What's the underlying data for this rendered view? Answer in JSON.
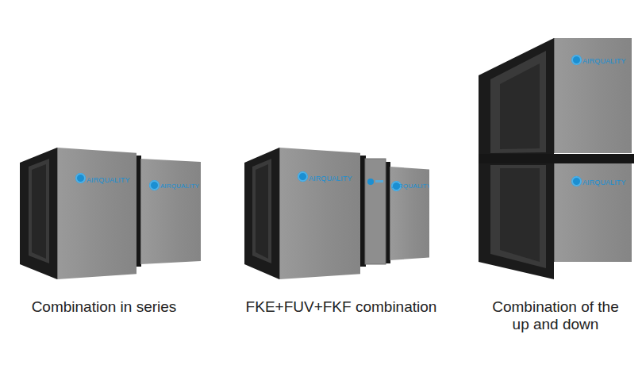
{
  "diagram": {
    "nodes": [
      {
        "text": [
          "AIRQUALITY"
        ]
      },
      {
        "text": [
          "AIRQUALITY"
        ]
      },
      {
        "text": [
          "AIRQUALITY"
        ]
      },
      {
        "text": [
          "AIRQUALITY"
        ]
      },
      {
        "text": [
          "AIRQUALITY"
        ]
      },
      {
        "text": [
          "AIRQUALITY"
        ]
      }
    ],
    "labels": [
      "Combination in series",
      "FKE+FUV+FKF combination",
      "Combination of the up and down"
    ]
  }
}
